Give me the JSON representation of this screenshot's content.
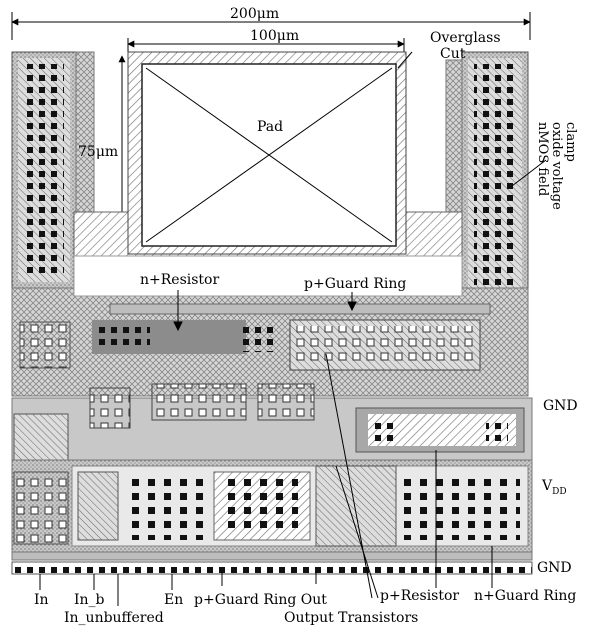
{
  "dimensions": {
    "width_label": "200μm",
    "pad_width_label": "100μm",
    "pad_height_label": "75μm"
  },
  "labels": {
    "pad": "Pad",
    "overglass_line1": "Overglass",
    "overglass_line2": "Cut",
    "nmos_clamp": [
      "nMOS field",
      "oxide voltage",
      "clamp"
    ],
    "n_resistor": "n+Resistor",
    "p_guard_ring_top": "p+Guard Ring",
    "gnd_right": "GND",
    "vdd_main": "V",
    "vdd_sub": "DD",
    "gnd_bottom": "GND",
    "in_1": "In",
    "in_b": "In_b",
    "in_unbuffered": "In_unbuffered",
    "en": "En",
    "p_guard_ring_out": "p+Guard Ring Out",
    "p_resistor": "p+Resistor",
    "n_guard_ring": "n+Guard Ring",
    "output_transistors": "Output Transistors"
  },
  "colors": {
    "background": "#ffffff",
    "metal_gray": "#bdbdbd",
    "dark_gray": "#8c8c8c",
    "contact_black": "#111111"
  }
}
